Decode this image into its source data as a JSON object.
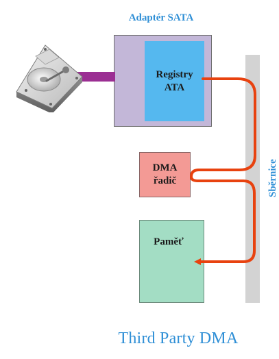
{
  "diagram": {
    "adapter_title": "Adaptér SATA",
    "registry_label_line1": "Registry",
    "registry_label_line2": "ATA",
    "dma_label_line1": "DMA",
    "dma_label_line2": "řadič",
    "memory_label": "Paměť",
    "bus_label": "Sběrnice",
    "caption": "Third Party DMA"
  },
  "icons": {
    "hard_drive": "hard-drive-icon"
  },
  "colors": {
    "accent_blue": "#2f8fd6",
    "adapter_fill": "#c3b7d8",
    "registry_fill": "#55b8ef",
    "dma_fill": "#f39a95",
    "memory_fill": "#a3ddc4",
    "bus_fill": "#d3d3d3",
    "flow_arrow": "#e8420f",
    "connector": "#9b2f93"
  }
}
